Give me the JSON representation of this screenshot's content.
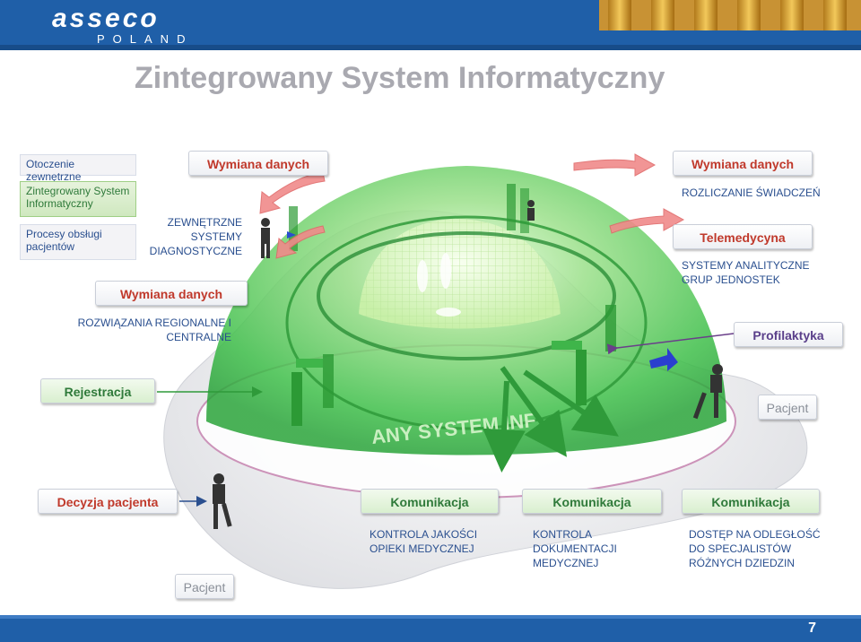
{
  "header": {
    "logo_text": "asseco",
    "logo_sub": "POLAND"
  },
  "title": "Zintegrowany System Informatyczny",
  "menu": {
    "item1": "Otoczenie zewnętrzne",
    "item2": "Zintegrowany System Informatyczny",
    "item3": "Procesy obsługi pacjentów"
  },
  "labels": {
    "wymiana_top": "Wymiana danych",
    "zewnetrzne": "ZEWNĘTRZNE SYSTEMY DIAGNOSTYCZNE",
    "wymiana_left": "Wymiana danych",
    "rozwiazania": "ROZWIĄZANIA REGIONALNE I CENTRALNE",
    "wymiana_right": "Wymiana danych",
    "rozliczanie": "ROZLICZANIE ŚWIADCZEŃ",
    "telemedycyna": "Telemedycyna",
    "systemy_analityczne": "SYSTEMY ANALITYCZNE GRUP JEDNOSTEK",
    "profilaktyka": "Profilaktyka",
    "rejestracja": "Rejestracja",
    "pacjent_right": "Pacjent",
    "decyzja": "Decyzja pacjenta",
    "pacjent_bottom": "Pacjent",
    "komunikacja1": "Komunikacja",
    "komunikacja2": "Komunikacja",
    "komunikacja3": "Komunikacja",
    "kontrola_jakosci": "KONTROLA JAKOŚCI OPIEKI MEDYCZNEJ",
    "kontrola_dok": "KONTROLA DOKUMENTACJI MEDYCZNEJ",
    "dostep": "DOSTĘP NA ODLEGŁOŚĆ DO SPECJALISTÓW RÓŻNYCH DZIEDZIN"
  },
  "footer": {
    "page": "7"
  },
  "colors": {
    "brand_blue": "#1f5fa8",
    "dome_green": "#3fbf4a",
    "accent_red": "#c0392b"
  }
}
